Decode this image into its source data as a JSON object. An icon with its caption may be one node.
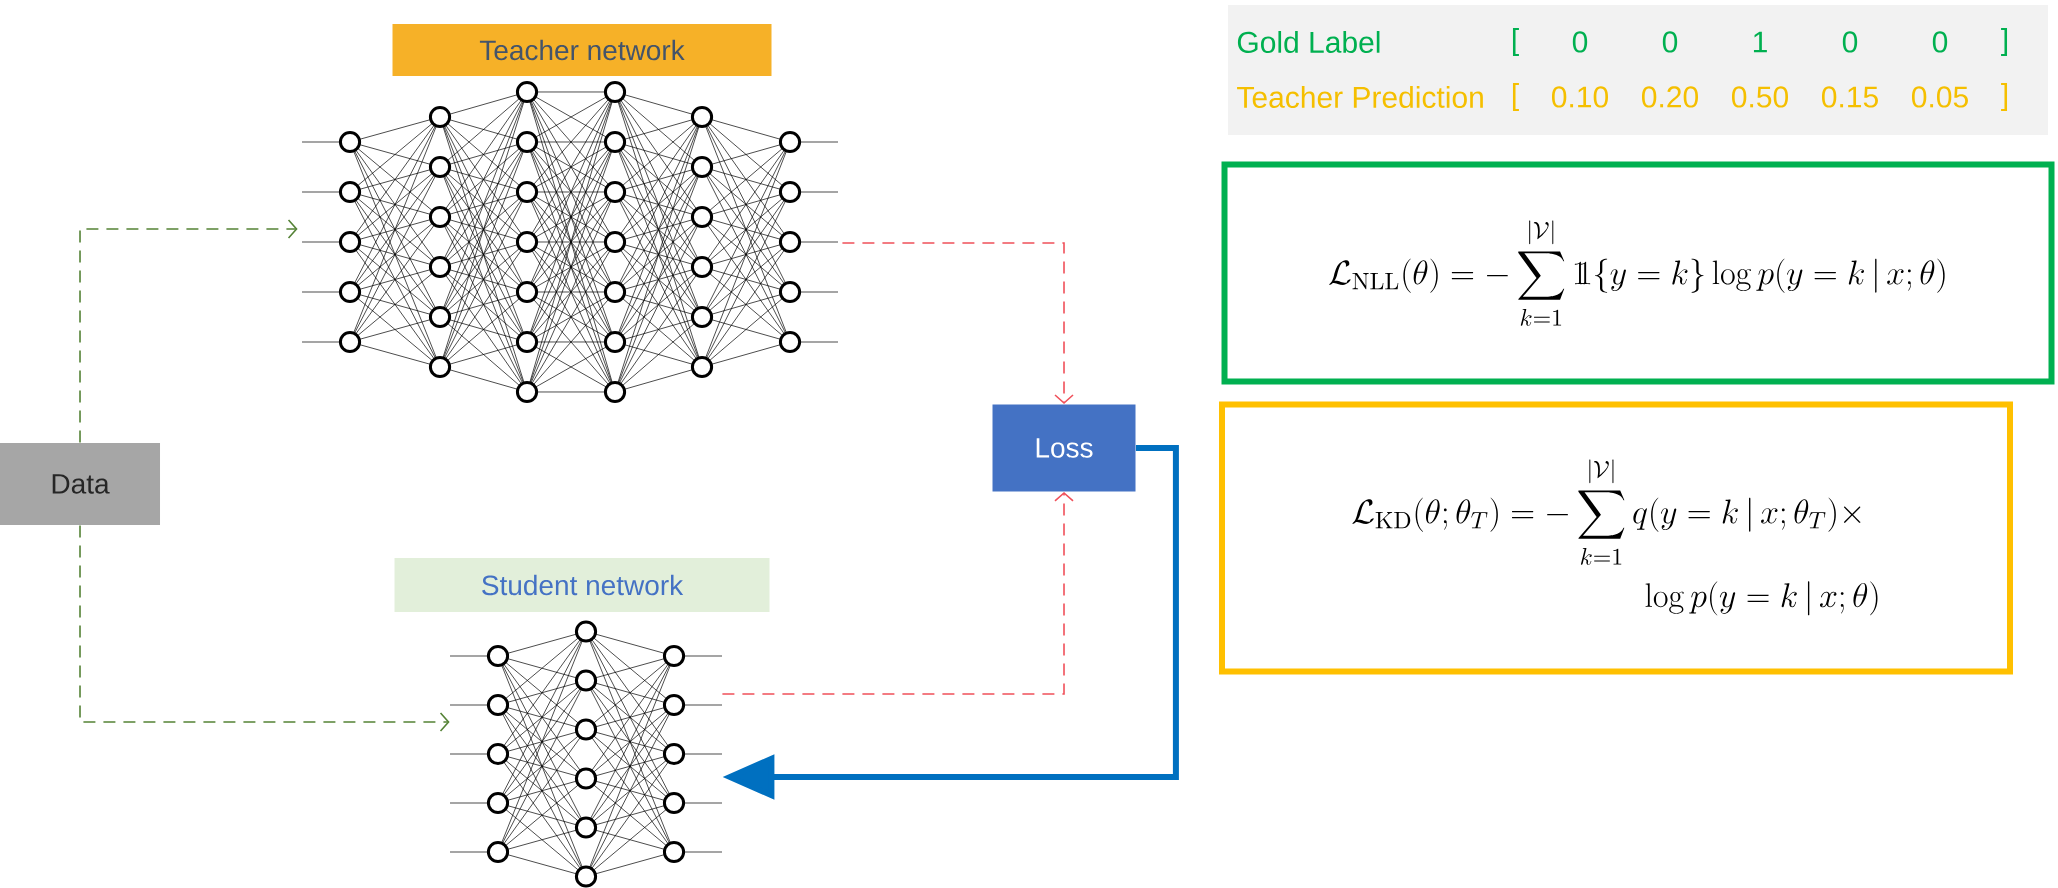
{
  "diagram": {
    "nodes": [
      {
        "text": [
          "Data"
        ]
      },
      {
        "text": [
          "Teacher network"
        ]
      },
      {
        "text": [
          "Student network"
        ]
      },
      {
        "text": [
          "Loss"
        ]
      },
      {
        "text": [
          "\\mathcal{L}_{\\mathrm{NLL}}(\\theta) = -\\sum_{k=1}^{|\\mathcal{V}|} \\mathrm{1}\\mkern-5.5mu\\mathrm{1}\\{y = k\\} \\log p(y = k \\,|\\, x; \\theta)"
        ]
      },
      {
        "text": [
          "\\begin{aligned}\\mathcal{L}_{\\mathrm{KD}}(\\theta;\\theta_T) = -&\\sum_{k=1}^{|\\mathcal{V}|} q(y = k \\,|\\, x; \\theta_T)\\times \\\\ &\\qquad\\log p(y = k \\,|\\, x; \\theta)\\end{aligned}"
        ]
      }
    ],
    "edges": [
      {
        "from": 0,
        "to": 1,
        "arrow": "to",
        "style": "dashed",
        "color": "#548235"
      },
      {
        "from": 0,
        "to": 2,
        "arrow": "to",
        "style": "dashed",
        "color": "#548235"
      },
      {
        "from": 1,
        "to": 3,
        "arrow": "to",
        "style": "dashed",
        "color": "#f0505a"
      },
      {
        "from": 2,
        "to": 3,
        "arrow": "to",
        "style": "dashed",
        "color": "#f0505a"
      },
      {
        "from": 3,
        "to": 2,
        "arrow": "to",
        "style": "thick",
        "color": "#0070c0"
      }
    ],
    "labels": [
      "Gold Label",
      "[",
      "0",
      "0",
      "1",
      "0",
      "0",
      "]",
      "Teacher Prediction",
      "[",
      "0.10",
      "0.20",
      "0.50",
      "0.15",
      "0.05",
      "]"
    ]
  }
}
